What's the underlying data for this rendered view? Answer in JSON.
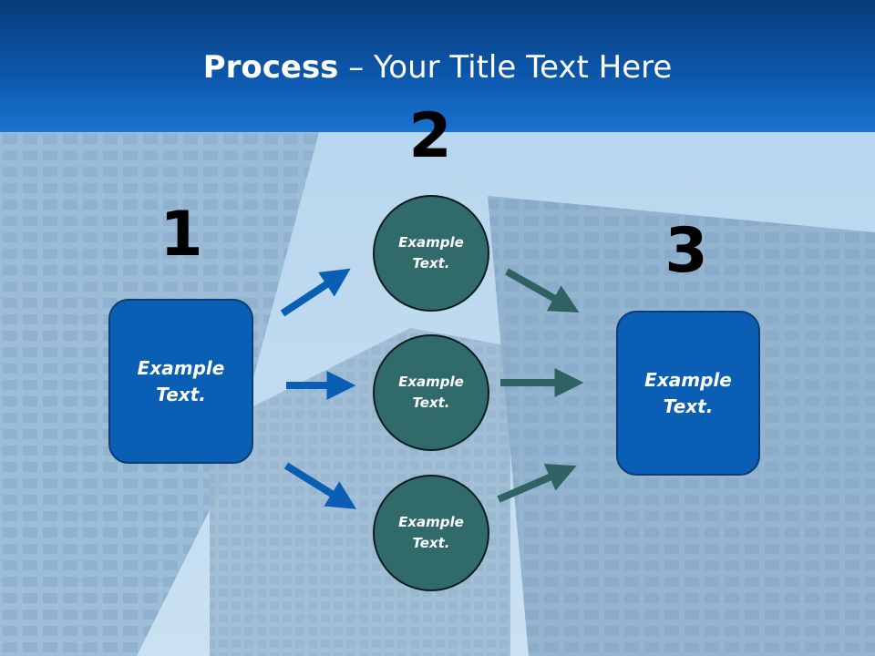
{
  "slide": {
    "title_bold": "Process",
    "title_rest": " – Your Title Text Here"
  },
  "steps": {
    "one": {
      "number": "1",
      "text": "Example\nText."
    },
    "two": {
      "number": "2",
      "circles": [
        {
          "text": "Example\nText."
        },
        {
          "text": "Example\nText."
        },
        {
          "text": "Example\nText."
        }
      ]
    },
    "three": {
      "number": "3",
      "text": "Example\nText."
    }
  },
  "colors": {
    "header": "#0b56aa",
    "box_fill": "#0a5fb4",
    "circle_fill": "#306a6a",
    "arrow_blue": "#0a5fb4",
    "arrow_teal": "#2f6262"
  }
}
